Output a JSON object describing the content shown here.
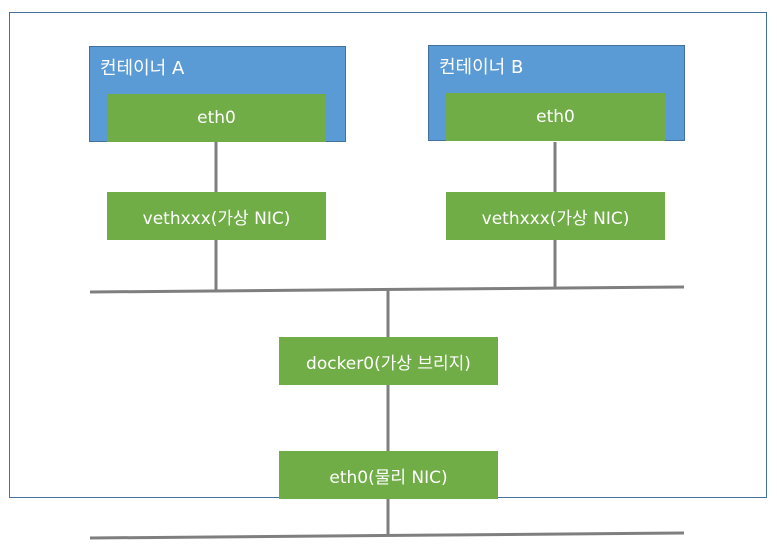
{
  "container_a": {
    "title": "컨테이너 A",
    "interface": "eth0"
  },
  "container_b": {
    "title": "컨테이너 B",
    "interface": "eth0"
  },
  "veth_a": {
    "label": "vethxxx(가상 NIC)"
  },
  "veth_b": {
    "label": "vethxxx(가상 NIC)"
  },
  "bridge": {
    "label": "docker0(가상 브리지)"
  },
  "physical_nic": {
    "label": "eth0(물리 NIC)"
  },
  "colors": {
    "container_fill": "#5b9bd5",
    "container_border": "#41719c",
    "interface_fill": "#70ad47",
    "wire": "#7f7f7f",
    "host_border": "#41719c"
  }
}
